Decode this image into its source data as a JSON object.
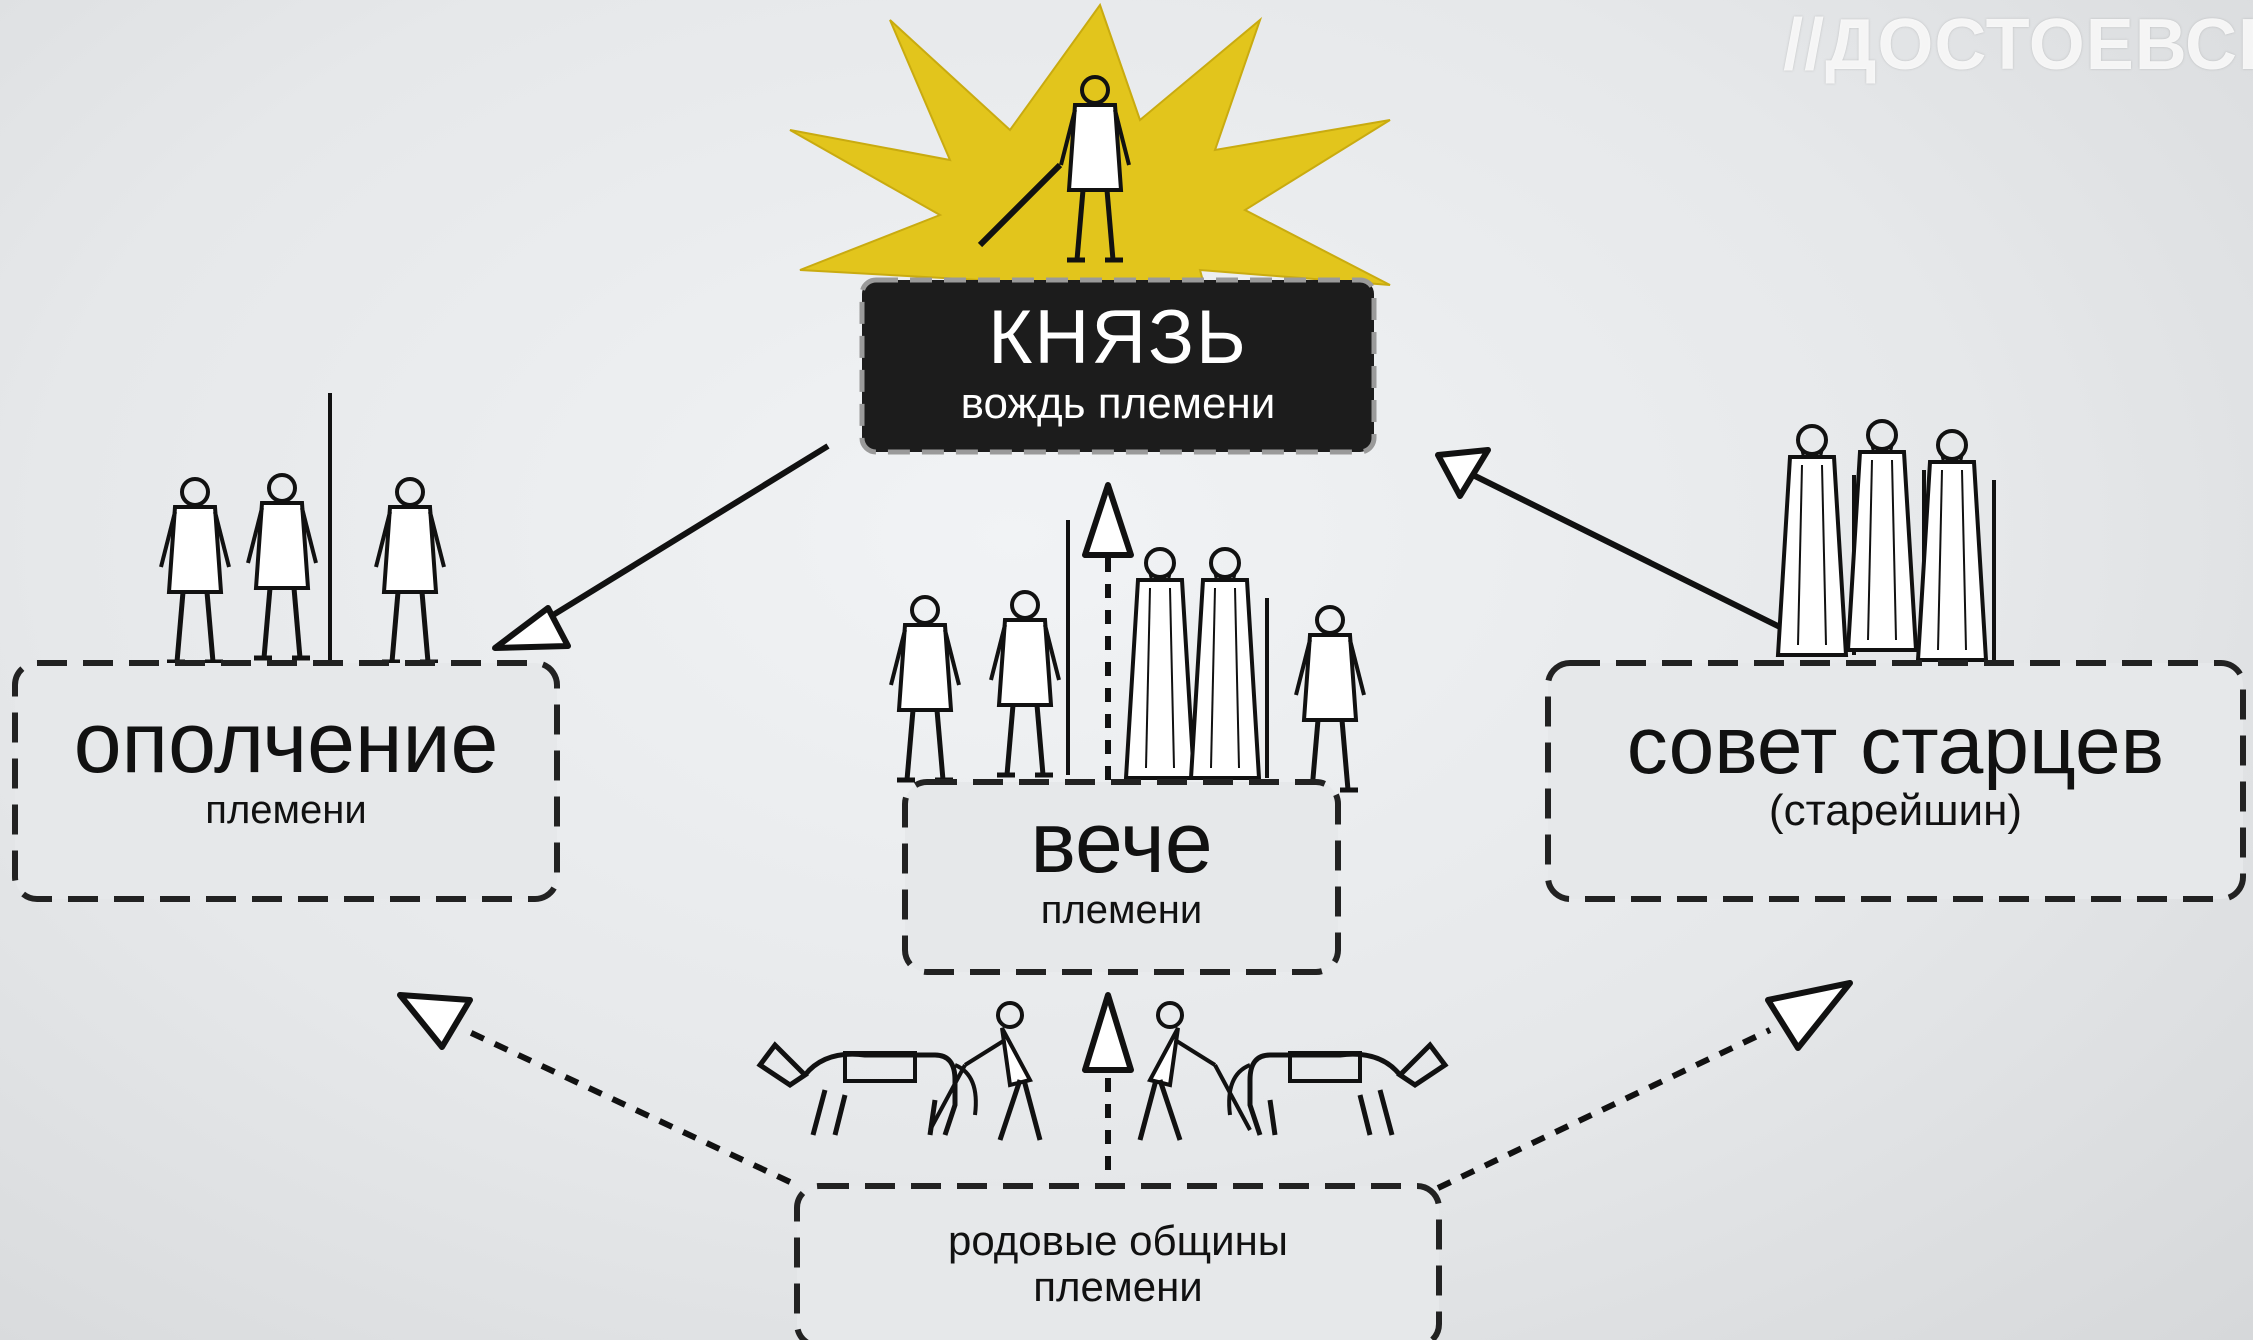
{
  "watermark": "//ДОСТОЕВСК",
  "nodes": {
    "prince": {
      "title": "КНЯЗЬ",
      "subtitle": "вождь племени"
    },
    "militia": {
      "title": "ополчение",
      "subtitle": "племени"
    },
    "veche": {
      "title": "вече",
      "subtitle": "племени"
    },
    "council": {
      "title": "совет старцев",
      "subtitle": "(старейшин)"
    },
    "communities": {
      "line1": "родовые общины",
      "line2": "племени"
    }
  },
  "colors": {
    "burst": "#e2c51c",
    "prince_box": "#1c1c1c",
    "ink": "#111111"
  }
}
